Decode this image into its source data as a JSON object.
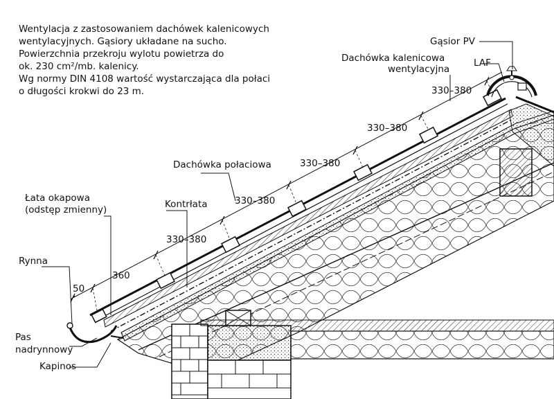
{
  "description": [
    "Wentylacja z zastosowaniem dachówek kalenicowych",
    "wentylacyjnych. Gąsiory układane na sucho.",
    "Powierzchnia przekroju wylotu powietrza do",
    "ok. 230 cm²/mb. kalenicy.",
    "Wg normy DIN 4108 wartość wystarczająca dla połaci",
    "o długości krokwi do 23 m."
  ],
  "labels": {
    "gasior": "Gąsior PV",
    "dachowka_kalenicowa_1": "Dachówka kalenicowa",
    "dachowka_kalenicowa_2": "wentylacyjna",
    "laf": "LAF",
    "dachowka_polaciowa": "Dachówka połaciowa",
    "kontrlata": "Kontrłata",
    "lata_okapowa_1": "Łata okapowa",
    "lata_okapowa_2": "(odstęp zmienny)",
    "rynna": "Rynna",
    "pas_1": "Pas",
    "pas_2": "nadrynnowy",
    "kapinos": "Kapinos"
  },
  "dimensions": {
    "d50": "50",
    "d360": "360",
    "d330_1": "330–380",
    "d330_2": "330–380",
    "d330_3": "330–380",
    "d330_4": "330–380",
    "d330_5": "330–380"
  }
}
